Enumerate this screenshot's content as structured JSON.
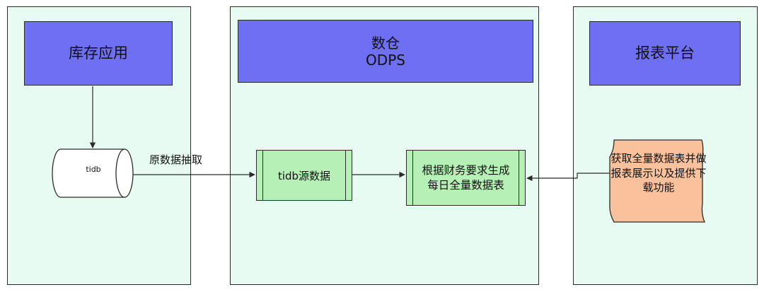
{
  "diagram": {
    "panels": {
      "inventory_app": {
        "title": "库存应用"
      },
      "data_warehouse": {
        "title_line1": "数仓",
        "title_line2": "ODPS"
      },
      "report_platform": {
        "title": "报表平台"
      }
    },
    "nodes": {
      "tidb": {
        "label": "tidb"
      },
      "tidb_source": {
        "label": "tidb源数据"
      },
      "daily_full_data": {
        "label": "根据财务要求生成每日全量数据表"
      },
      "report_tape": {
        "label": "获取全量数据表并做报表展示以及提供下载功能"
      }
    },
    "edges": {
      "extract": {
        "label": "原数据抽取"
      }
    },
    "colors": {
      "panel_fill": "#e8fbf2",
      "header_fill": "#6f6ff3",
      "process_fill": "#b6f0b6",
      "tape_fill": "#f9c29c",
      "stroke": "#2b2b2b"
    }
  }
}
